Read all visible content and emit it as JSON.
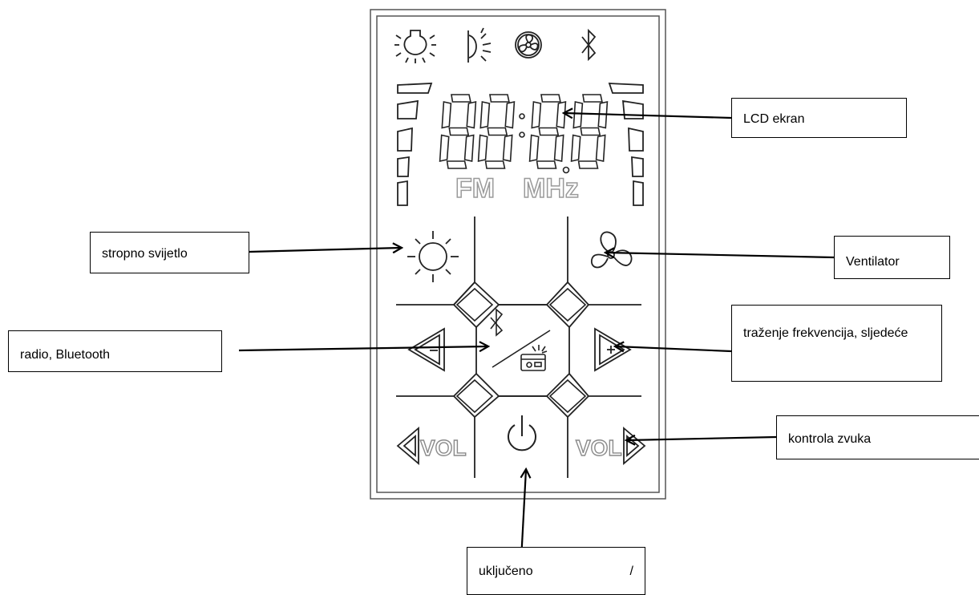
{
  "panel": {
    "icons": [
      "ceiling-light-icon",
      "reading-light-icon",
      "fan-icon",
      "bluetooth-icon"
    ],
    "lcd": {
      "digits": "88:8.8",
      "labels": [
        "FM",
        "MHz"
      ]
    },
    "buttons": [
      "ceiling-light-button",
      "fan-button",
      "prev-seek-button",
      "mode-radio-bluetooth-button",
      "next-seek-button",
      "volume-down-button",
      "power-button",
      "volume-up-button"
    ],
    "volume_label_left": "VOL",
    "volume_label_right": "VOL"
  },
  "callouts": {
    "lcd": "LCD ekran",
    "ceiling_light": "stropno svijetlo",
    "fan": "Ventilator",
    "radio_bluetooth": "radio, Bluetooth",
    "seek": "traženje frekvencija, sljedeće",
    "volume": "kontrola zvuka",
    "power": "uključeno /"
  },
  "colors": {
    "line": "#1a1a1a",
    "lcd_label": "#9a9a9a",
    "background": "#ffffff"
  }
}
